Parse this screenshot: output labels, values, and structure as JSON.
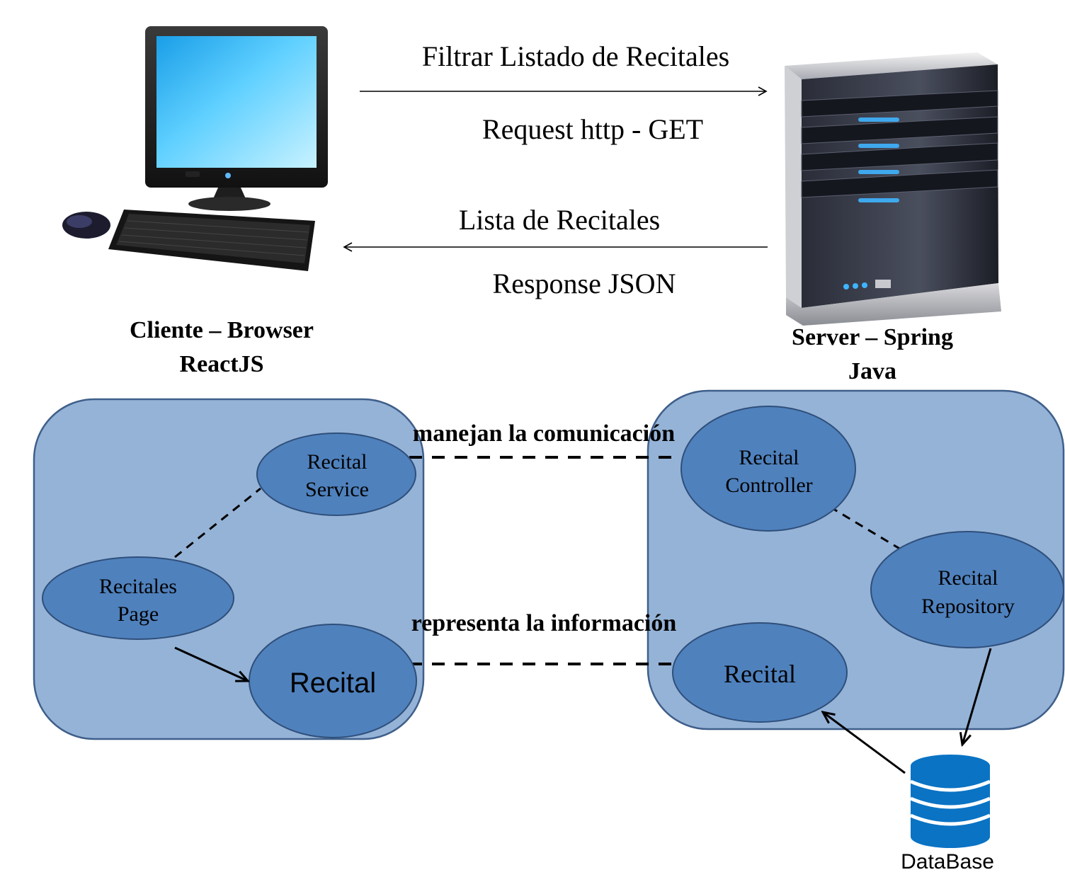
{
  "messages": {
    "request_title": "Filtrar Listado de Recitales",
    "request_sub": "Request http - GET",
    "response_title": "Lista de Recitales",
    "response_sub": "Response JSON"
  },
  "client": {
    "line1": "Cliente – Browser",
    "line2": "ReactJS"
  },
  "server": {
    "line1": "Server – Spring",
    "line2": "Java"
  },
  "left_box": {
    "service_l1": "Recital",
    "service_l2": "Service",
    "page_l1": "Recitales",
    "page_l2": "Page",
    "recital": "Recital"
  },
  "right_box": {
    "controller_l1": "Recital",
    "controller_l2": "Controller",
    "repository_l1": "Recital",
    "repository_l2": "Repository",
    "recital": "Recital"
  },
  "links": {
    "communication": "manejan la comunicación",
    "information": "representa la información"
  },
  "database": {
    "label": "DataBase"
  },
  "colors": {
    "container_fill": "#95b3d7",
    "container_stroke": "#3f5f8a",
    "ellipse_fill": "#4f81bd",
    "ellipse_stroke": "#2f4f7a",
    "db_blue": "#0a73c4",
    "line": "#000000"
  },
  "icons": [
    "desktop-computer-icon",
    "server-tower-icon",
    "database-cylinder-icon"
  ]
}
